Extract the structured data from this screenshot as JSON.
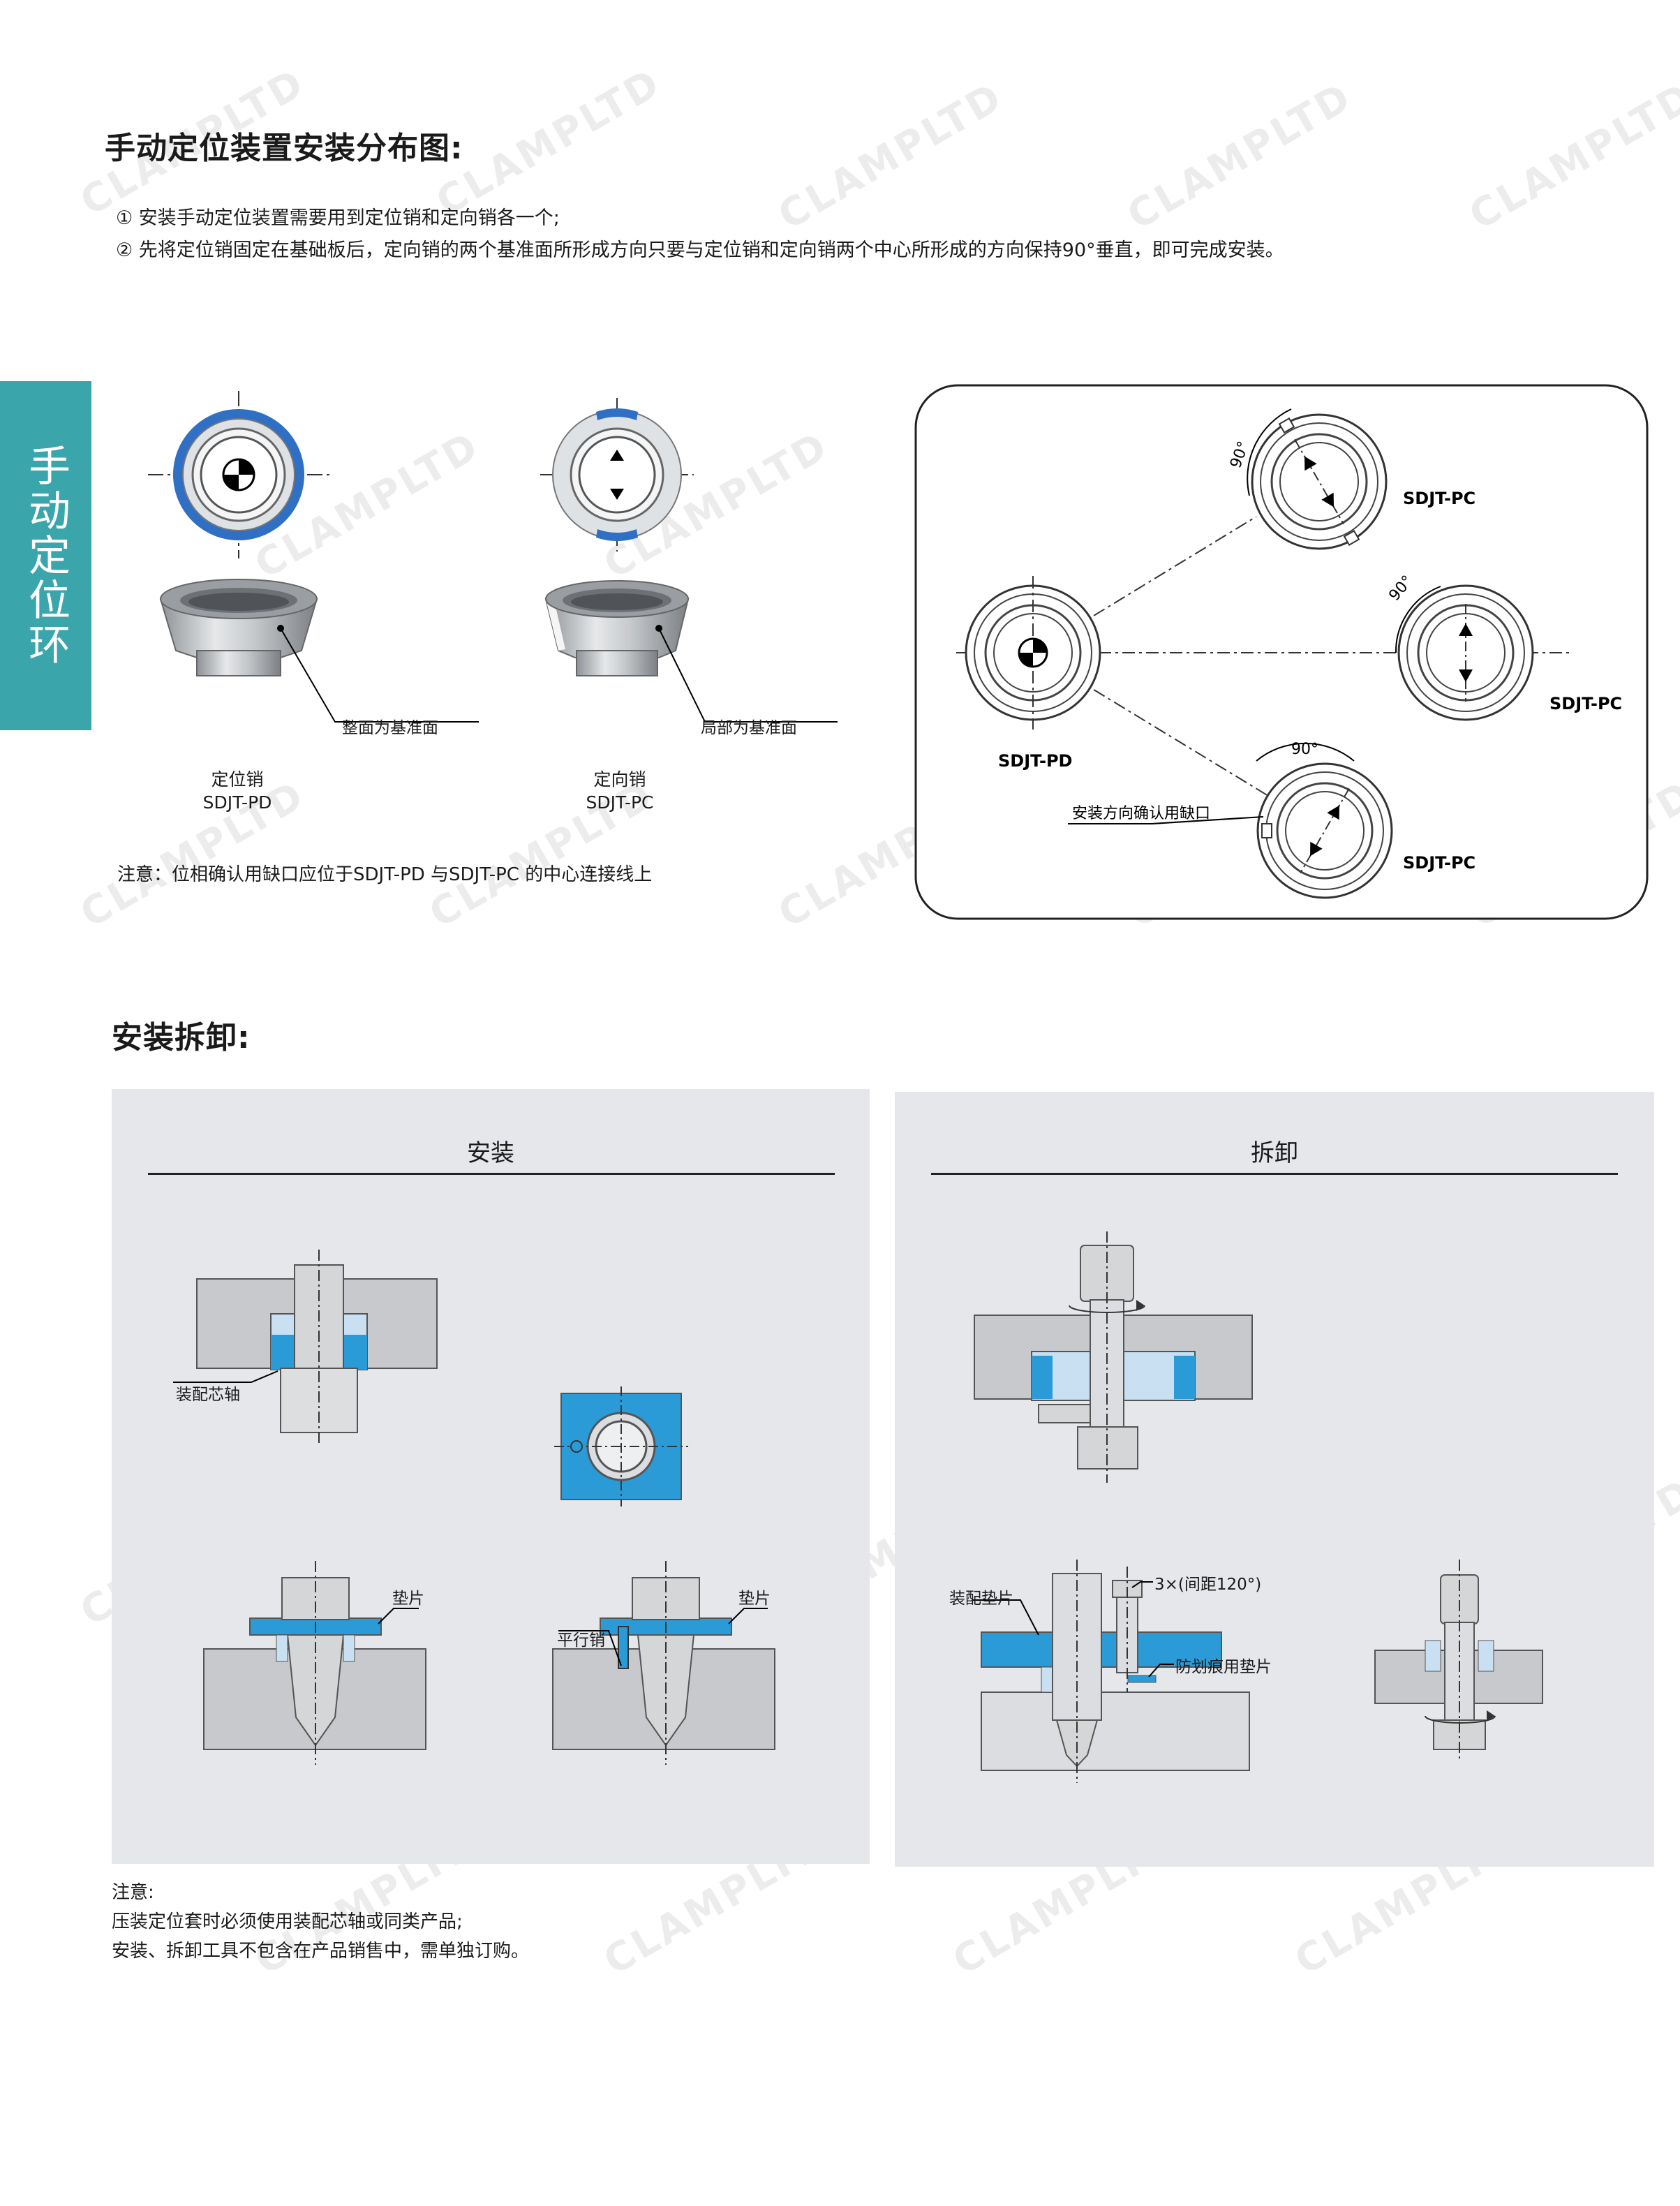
{
  "header": {
    "title": "手动定位装置安装分布图:",
    "note_1": "① 安装手动定位装置需要用到定位销和定向销各一个;",
    "note_2": "② 先将定位销固定在基础板后，定向销的两个基准面所形成方向只要与定位销和定向销两个中心所形成的方向保持90°垂直，即可完成安装。"
  },
  "side_tab": {
    "label": "手动定位环"
  },
  "parts": {
    "pd": {
      "callout": "整面为基准面",
      "name": "定位销",
      "model": "SDJT-PD"
    },
    "pc": {
      "callout": "局部为基准面",
      "name": "定向销",
      "model": "SDJT-PC"
    },
    "note": "注意：位相确认用缺口应位于SDJT-PD 与SDJT-PC 的中心连接线上"
  },
  "layout_diagram": {
    "center_label": "SDJT-PD",
    "pc_top_label": "SDJT-PC",
    "pc_right_label": "SDJT-PC",
    "pc_bottom_label": "SDJT-PC",
    "angle_label": "90°",
    "notch_callout": "安装方向确认用缺口"
  },
  "section2": {
    "title": "安装拆卸:"
  },
  "install_panel": {
    "title": "安装",
    "mandrel_label": "装配芯轴",
    "shim_label_1": "垫片",
    "shim_label_2": "垫片",
    "parallel_pin_label": "平行销"
  },
  "remove_panel": {
    "title": "拆卸",
    "assembly_shim_label": "装配垫片",
    "screw_label": "3×(间距120°)",
    "scratch_shim_label": "防划痕用垫片"
  },
  "footer": {
    "title": "注意:",
    "line_1": "压装定位套时必须使用装配芯轴或同类产品;",
    "line_2": "安装、拆卸工具不包含在产品销售中，需单独订购。"
  },
  "watermark": {
    "text": "CLAMPLTD"
  },
  "colors": {
    "accent_teal": "#3aa6ac",
    "ring_blue": "#2f6fc4",
    "shim_blue": "#2b9bd8",
    "panel_gray": "#e5e7eb"
  }
}
